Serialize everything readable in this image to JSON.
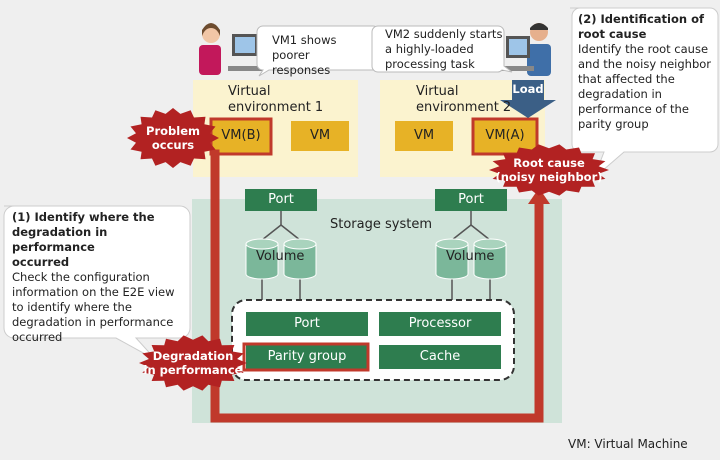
{
  "speech": {
    "vm1": [
      "VM1 shows poorer",
      "responses"
    ],
    "vm2": [
      "VM2 suddenly starts",
      "a highly-loaded",
      "processing task"
    ]
  },
  "venv1": {
    "title": [
      "Virtual",
      "environment 1"
    ],
    "vm_b": "VM(B)",
    "vm": "VM"
  },
  "venv2": {
    "title": [
      "Virtual",
      "environment 2"
    ],
    "vm": "VM",
    "vm_a": "VM(A)"
  },
  "load_label": "Load",
  "storage": {
    "title": "Storage system",
    "port_left": "Port",
    "port_right": "Port",
    "volume_left": "Volume",
    "volume_right": "Volume",
    "inner": {
      "port": "Port",
      "processor": "Processor",
      "parity_group": "Parity group",
      "cache": "Cache"
    }
  },
  "bursts": {
    "problem": [
      "Problem",
      "occurs"
    ],
    "root_cause": [
      "Root cause",
      "(noisy neighbor)"
    ],
    "degradation": [
      "Degradation",
      "in performance"
    ]
  },
  "callout1": {
    "title": [
      "(1) Identify where the",
      "degradation in performance",
      "occurred"
    ],
    "body": [
      "Check the configuration",
      "information on the E2E view",
      "to identify where the",
      "degradation in performance",
      "occurred"
    ]
  },
  "callout2": {
    "title": [
      "(2) Identification of",
      "root cause"
    ],
    "body": [
      "Identify the root cause",
      "and the noisy neighbor",
      "that affected the",
      "degradation in",
      "performance of the",
      "parity group"
    ]
  },
  "footnote": "VM: Virtual Machine",
  "colors": {
    "green": "#2e7d4f",
    "storage_bg": "#cfe3d9",
    "venv_bg": "#fbf3cf",
    "vm_fill": "#e7b226",
    "red_line": "#c0392b",
    "burst": "#b22222",
    "load_arrow": "#3b5f86"
  }
}
